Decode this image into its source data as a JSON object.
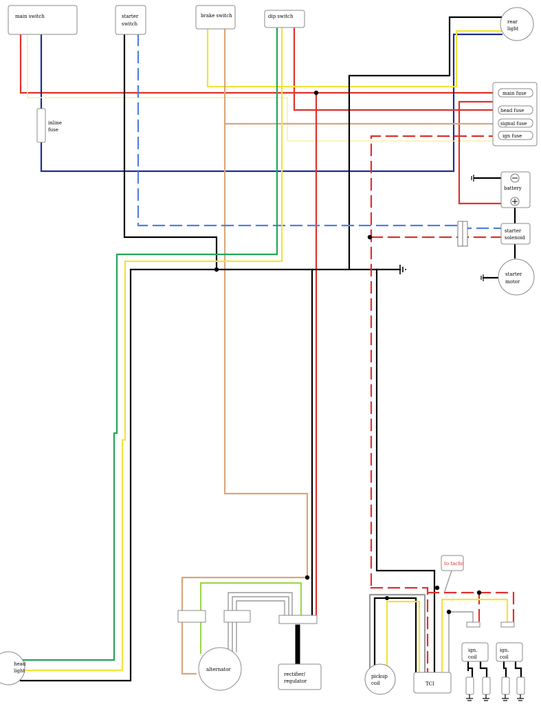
{
  "colors": {
    "red": "#e0302a",
    "blue": "#1c2f8c",
    "light_blue": "#4f7fe0",
    "yellow": "#f3e33a",
    "light_yellow": "#f7f0a6",
    "green": "#25a557",
    "light_green": "#9cd84a",
    "black": "#000000",
    "tan": "#d9a67a",
    "gray": "#9a9a9a"
  },
  "labels": {
    "main_switch": "main switch",
    "starter_switch_1": "starter",
    "starter_switch_2": "switch",
    "brake_switch": "brake switch",
    "dip_switch": "dip switch",
    "rear_light_1": "rear",
    "rear_light_2": "light",
    "inline_fuse_1": "inline",
    "inline_fuse_2": "fuse",
    "main_fuse": "main fuse",
    "head_fuse": "head fuse",
    "signal_fuse": "signal fuse",
    "ign_fuse": "ign fuse",
    "battery": "battery",
    "starter_solenoid_1": "starter",
    "starter_solenoid_2": "solenoid",
    "starter_motor_1": "starter",
    "starter_motor_2": "motor",
    "to_tacho": "to tacho",
    "head_light_1": "head",
    "head_light_2": "light",
    "alternator": "alternator",
    "rectifier_1": "rectifier/",
    "rectifier_2": "regulator",
    "pickup_coil_1": "pickup",
    "pickup_coil_2": "coil",
    "tci": "TCI",
    "ign_coil_a_1": "ign.",
    "ign_coil_a_2": "coil",
    "ign_coil_b_1": "ign.",
    "ign_coil_b_2": "coil"
  },
  "icons": [
    "ground-symbol",
    "battery-minus-icon",
    "battery-plus-icon",
    "fuse-icon",
    "spark-plug-icon"
  ]
}
